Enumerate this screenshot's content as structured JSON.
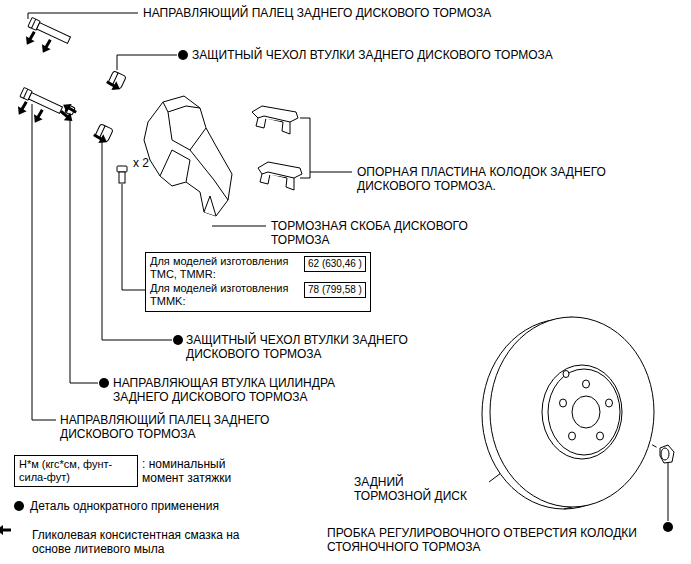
{
  "diagram": {
    "nodes": [
      {
        "text": [
          "Для моделей изготовления TMC, TMMR:",
          "Для моделей изготовления TMMK:"
        ]
      },
      {
        "text": [
          "62 (630,46 )"
        ],
        "in": 0
      },
      {
        "text": [
          "78 (799,58 )"
        ],
        "in": 0
      },
      {
        "text": [
          "Н*м (кгс*см, фунт-сила-фут)"
        ]
      }
    ],
    "labels": [
      "НАПРАВЛЯЮЩИЙ ПАЛЕЦ ЗАДНЕГО ДИСКОВОГО ТОРМОЗА",
      "ЗАЩИТНЫЙ ЧЕХОЛ ВТУЛКИ ЗАДНЕГО ДИСКОВОГО ТОРМОЗА",
      "ОПОРНАЯ ПЛАСТИНА КОЛОДОК ЗАДНЕГО ДИСКОВОГО ТОРМОЗА.",
      "x 2",
      "ТОРМОЗНАЯ СКОБА ДИСКОВОГО ТОРМОЗА",
      "ЗАЩИТНЫЙ ЧЕХОЛ ВТУЛКИ ЗАДНЕГО ДИСКОВОГО ТОРМОЗА",
      "НАПРАВЛЯЮЩАЯ ВТУЛКА ЦИЛИНДРА ЗАДНЕГО ДИСКОВОГО ТОРМОЗА",
      "НАПРАВЛЯЮЩИЙ ПАЛЕЦ ЗАДНЕГО ДИСКОВОГО ТОРМОЗА",
      "ЗАДНИЙ ТОРМОЗНОЙ ДИСК",
      "ПРОБКА РЕГУЛИРОВОЧНОГО ОТВЕРСТИЯ КОЛОДКИ СТОЯНОЧНОГО ТОРМОЗА"
    ],
    "legend": [
      {
        "text": ": номинальный момент затяжки"
      },
      {
        "text": "Деталь однократного применения"
      },
      {
        "text": "Гликолевая консистентная смазка на основе литиевого мыла"
      }
    ]
  }
}
